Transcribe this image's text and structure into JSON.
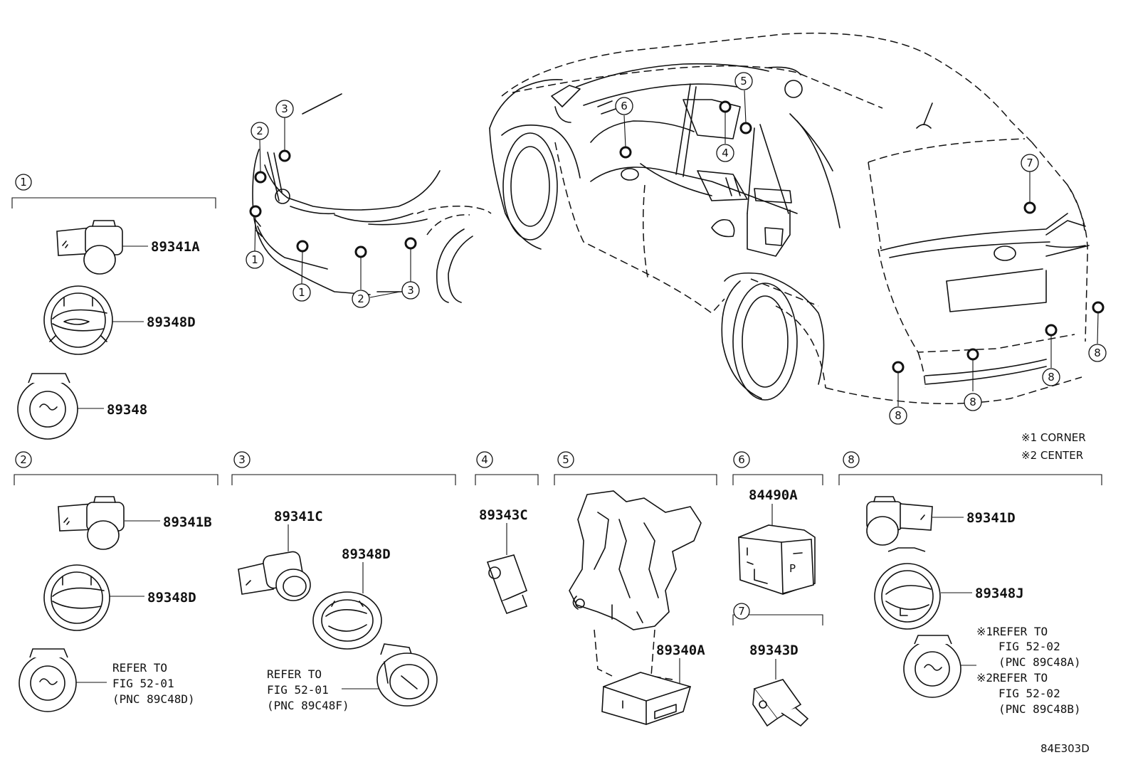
{
  "section_numbers": [
    "1",
    "2",
    "3",
    "4",
    "5",
    "6",
    "7",
    "8"
  ],
  "car_callouts": {
    "front": [
      "3",
      "2",
      "1",
      "1",
      "2",
      "3"
    ],
    "rear": [
      "5",
      "6",
      "4",
      "7",
      "8",
      "8",
      "8",
      "8"
    ]
  },
  "parts": {
    "p89341A": "89341A",
    "p89348D_1": "89348D",
    "p89348": "89348",
    "p89341B": "89341B",
    "p89348D_2": "89348D",
    "p89341C": "89341C",
    "p89348D_3": "89348D",
    "p89343C": "89343C",
    "p89340A": "89340A",
    "p84490A": "84490A",
    "p89343D": "89343D",
    "p89341D": "89341D",
    "p89348J": "89348J"
  },
  "notes": {
    "sec2": [
      "REFER TO",
      "FIG 52-01",
      "(PNC 89C48D)"
    ],
    "sec3": [
      "REFER TO",
      "FIG 52-01",
      "(PNC 89C48F)"
    ],
    "sec8_1": [
      "※1REFER TO",
      "FIG 52-02",
      "(PNC 89C48A)"
    ],
    "sec8_2": [
      "※2REFER TO",
      "FIG 52-02",
      "(PNC 89C48B)"
    ]
  },
  "legend": [
    "※1 CORNER",
    "※2 CENTER"
  ],
  "figure_code": "84E303D",
  "switch_label": "P"
}
